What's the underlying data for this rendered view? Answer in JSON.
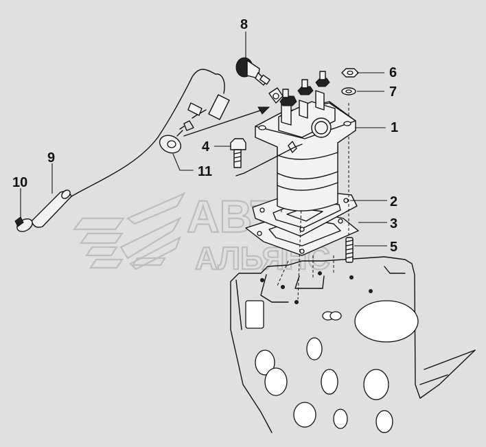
{
  "watermark": {
    "line1": "АВТО",
    "line2": "АЛЬЯНС"
  },
  "callouts": [
    {
      "id": "1",
      "text": "1"
    },
    {
      "id": "2",
      "text": "2"
    },
    {
      "id": "3",
      "text": "3"
    },
    {
      "id": "4",
      "text": "4"
    },
    {
      "id": "5",
      "text": "5"
    },
    {
      "id": "6",
      "text": "6"
    },
    {
      "id": "7",
      "text": "7"
    },
    {
      "id": "8",
      "text": "8"
    },
    {
      "id": "9",
      "text": "9"
    },
    {
      "id": "10",
      "text": "10"
    },
    {
      "id": "11",
      "text": "11"
    }
  ]
}
